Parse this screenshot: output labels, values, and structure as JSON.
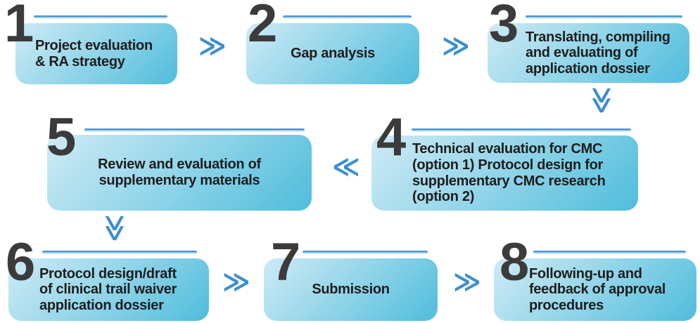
{
  "diagram": {
    "steps": [
      {
        "number": "1",
        "label": "Project evaluation\n& RA strategy"
      },
      {
        "number": "2",
        "label": "Gap analysis"
      },
      {
        "number": "3",
        "label": "Translating, compiling\nand evaluating of\napplication dossier"
      },
      {
        "number": "4",
        "label": "Technical evaluation for CMC\n(option 1) Protocol design for\nsupplementary CMC research\n(option 2)"
      },
      {
        "number": "5",
        "label": "Review and evaluation of\nsupplementary materials"
      },
      {
        "number": "6",
        "label": "Protocol design/draft\nof clinical trail waiver\napplication dossier"
      },
      {
        "number": "7",
        "label": "Submission"
      },
      {
        "number": "8",
        "label": "Following-up and\nfeedback of approval\nprocedures"
      }
    ],
    "connectors": {
      "right_chevron": "≫",
      "left_chevron": "≪",
      "down_chevron": "≫"
    },
    "colors": {
      "box_gradient_start": "#cfebf6",
      "box_gradient_end": "#4fbddc",
      "accent_line_dark": "#4a90c8",
      "accent_line_light": "#9ccfec",
      "number_text": "#3b3b3b",
      "label_text": "#1d1d1d",
      "chevron": "#3e8ecf",
      "background": "#ffffff"
    }
  }
}
